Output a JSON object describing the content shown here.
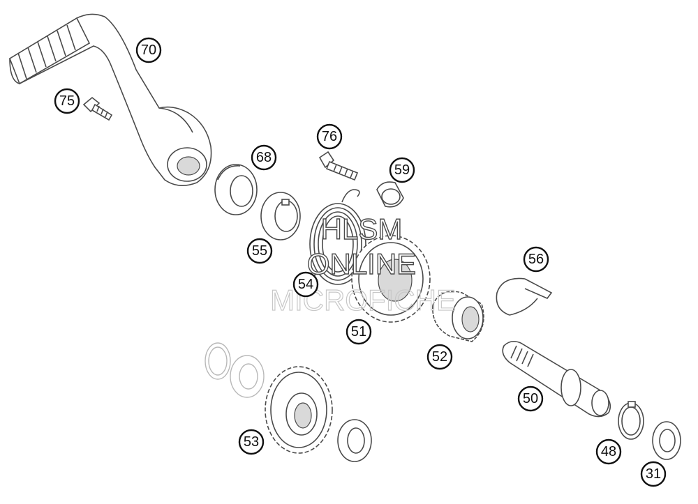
{
  "callouts": {
    "c70": "70",
    "c75": "75",
    "c76": "76",
    "c68": "68",
    "c59": "59",
    "c55": "55",
    "c54": "54",
    "c56": "56",
    "c51": "51",
    "c52": "52",
    "c50": "50",
    "c53": "53",
    "c48": "48",
    "c31": "31"
  },
  "watermark": {
    "line1": "HLSM",
    "line2": "ONLINE",
    "line3": "MICROFICHE"
  }
}
